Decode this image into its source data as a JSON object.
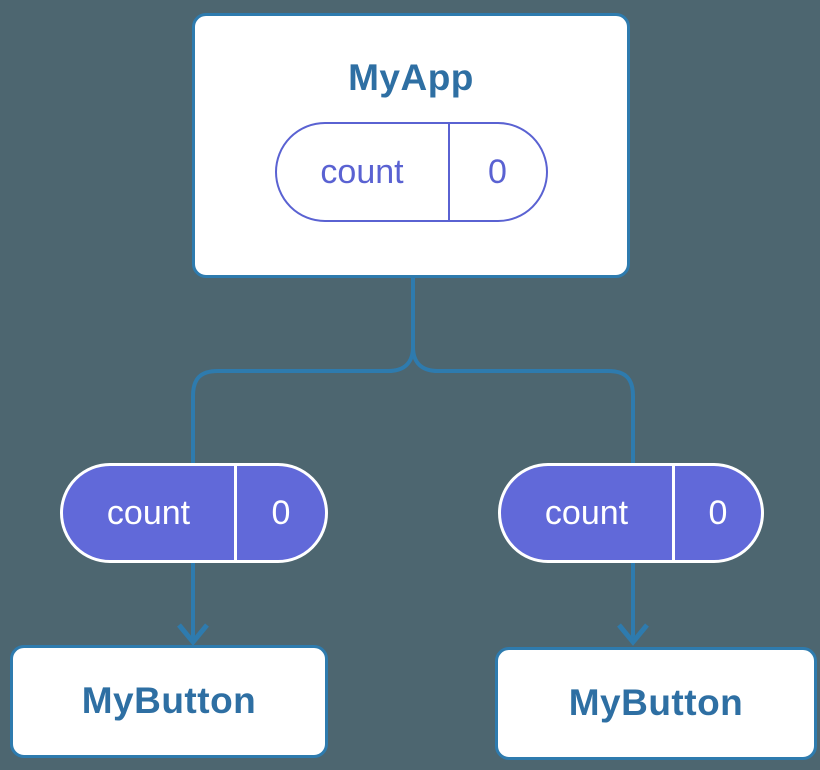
{
  "colors": {
    "background": "#4D6670",
    "connector_blue": "#2E7BAE",
    "node_text_blue": "#2E6FA3",
    "pill_purple_fill": "#6169D9",
    "pill_outline_purple": "#5A62D2",
    "node_background": "#FFFFFF",
    "pill_solid_text": "#FFFFFF"
  },
  "diagram": {
    "type": "component-state-tree",
    "root": {
      "title": "MyApp",
      "state": {
        "key": "count",
        "value": "0"
      }
    },
    "children": [
      {
        "title": "MyButton",
        "state": {
          "key": "count",
          "value": "0"
        }
      },
      {
        "title": "MyButton",
        "state": {
          "key": "count",
          "value": "0"
        }
      }
    ],
    "edges": [
      {
        "from": "MyApp",
        "to": "MyButton-left",
        "via": "count-state-pill"
      },
      {
        "from": "MyApp",
        "to": "MyButton-right",
        "via": "count-state-pill"
      }
    ]
  }
}
